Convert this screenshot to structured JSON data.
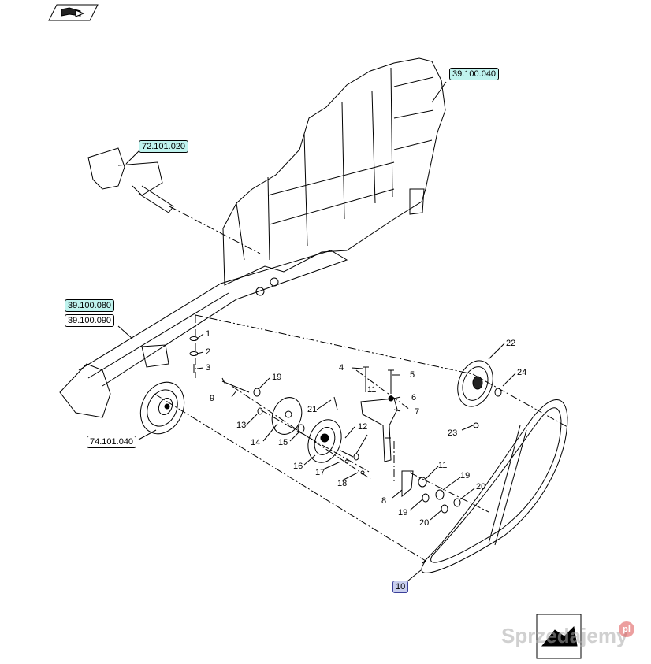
{
  "references": {
    "top_right": "39.100.040",
    "upper_left": "72.101.020",
    "left_a": "39.100.080",
    "left_b": "39.100.090",
    "pulley_left": "74.101.040"
  },
  "callouts": {
    "c1": "1",
    "c2": "2",
    "c3": "3",
    "c4": "4",
    "c5": "5",
    "c6": "6",
    "c7": "7",
    "c8": "8",
    "c9": "9",
    "c10": "10",
    "c11a": "11",
    "c11b": "11",
    "c12": "12",
    "c13": "13",
    "c14": "14",
    "c15": "15",
    "c16": "16",
    "c17": "17",
    "c18": "18",
    "c19a": "19",
    "c19b": "19",
    "c19c": "19",
    "c20a": "20",
    "c20b": "20",
    "c21": "21",
    "c22": "22",
    "c23": "23",
    "c24": "24"
  },
  "watermark": {
    "text": "Sprzedajemy",
    "badge": "pl"
  },
  "icons": {
    "nav": "book-arrow-icon",
    "corner": "mountain-frame-icon"
  }
}
